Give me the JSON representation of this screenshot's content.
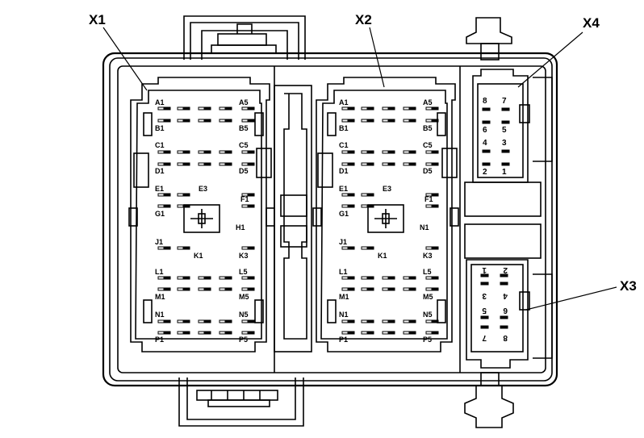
{
  "callouts": {
    "x1": "X1",
    "x2": "X2",
    "x3": "X3",
    "x4": "X4"
  },
  "connector_x1": {
    "a1": "A1",
    "a5": "A5",
    "b1": "B1",
    "b5": "B5",
    "c1": "C1",
    "c5": "C5",
    "d1": "D1",
    "d5": "D5",
    "e1": "E1",
    "e3": "E3",
    "f1": "F1",
    "g1": "G1",
    "h1": "H1",
    "j1": "J1",
    "k1": "K1",
    "k3": "K3",
    "l1": "L1",
    "l5": "L5",
    "m1": "M1",
    "m5": "M5",
    "n1": "N1",
    "n5": "N5",
    "p1": "P1",
    "p5": "P5"
  },
  "connector_x2": {
    "a1": "A1",
    "a5": "A5",
    "b1": "B1",
    "b5": "B5",
    "c1": "C1",
    "c5": "C5",
    "d1": "D1",
    "d5": "D5",
    "e1": "E1",
    "e3": "E3",
    "f1": "F1",
    "g1": "G1",
    "n1_top": "N1",
    "j1": "J1",
    "k1": "K1",
    "k3": "K3",
    "l1": "L1",
    "l5": "L5",
    "m1": "M1",
    "m5": "M5",
    "n1": "N1",
    "n5": "N5",
    "p1": "P1",
    "p5": "P5"
  },
  "connector_x4": {
    "c8": "8",
    "c7": "7",
    "c6": "6",
    "c5": "5",
    "c4": "4",
    "c3": "3",
    "c2": "2",
    "c1": "1"
  },
  "connector_x3": {
    "c1": "1",
    "c2": "2",
    "c3": "3",
    "c4": "4",
    "c5": "5",
    "c6": "6",
    "c7": "7",
    "c8": "8"
  },
  "colors": {
    "line": "#000000",
    "background": "#ffffff",
    "shade": "#dddddd"
  }
}
